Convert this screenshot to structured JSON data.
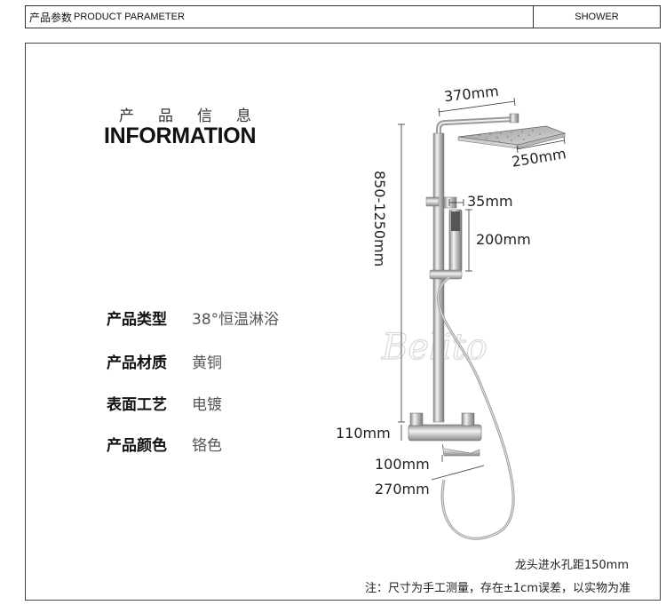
{
  "header": {
    "title_zh": "产品参数",
    "title_en": "PRODUCT PARAMETER",
    "category": "SHOWER"
  },
  "info": {
    "title_zh": "产品信息",
    "title_en": "INFORMATION"
  },
  "specs": [
    {
      "label": "产品类型",
      "value": "38°恒温淋浴"
    },
    {
      "label": "产品材质",
      "value": "黄铜"
    },
    {
      "label": "表面工艺",
      "value": "电镀"
    },
    {
      "label": "产品颜色",
      "value": "铬色"
    }
  ],
  "dimensions": {
    "head_width": "370mm",
    "head_depth": "250mm",
    "height_range": "850-1250mm",
    "hand_width": "35mm",
    "hand_length": "200mm",
    "valve_height": "110mm",
    "spout_length": "100mm",
    "spout_span": "270mm"
  },
  "watermark": "Belito",
  "notes": {
    "inlet_distance": "龙头进水孔距150mm",
    "disclaimer": "注：尺寸为手工测量，存在±1cm误差，以实物为准"
  }
}
